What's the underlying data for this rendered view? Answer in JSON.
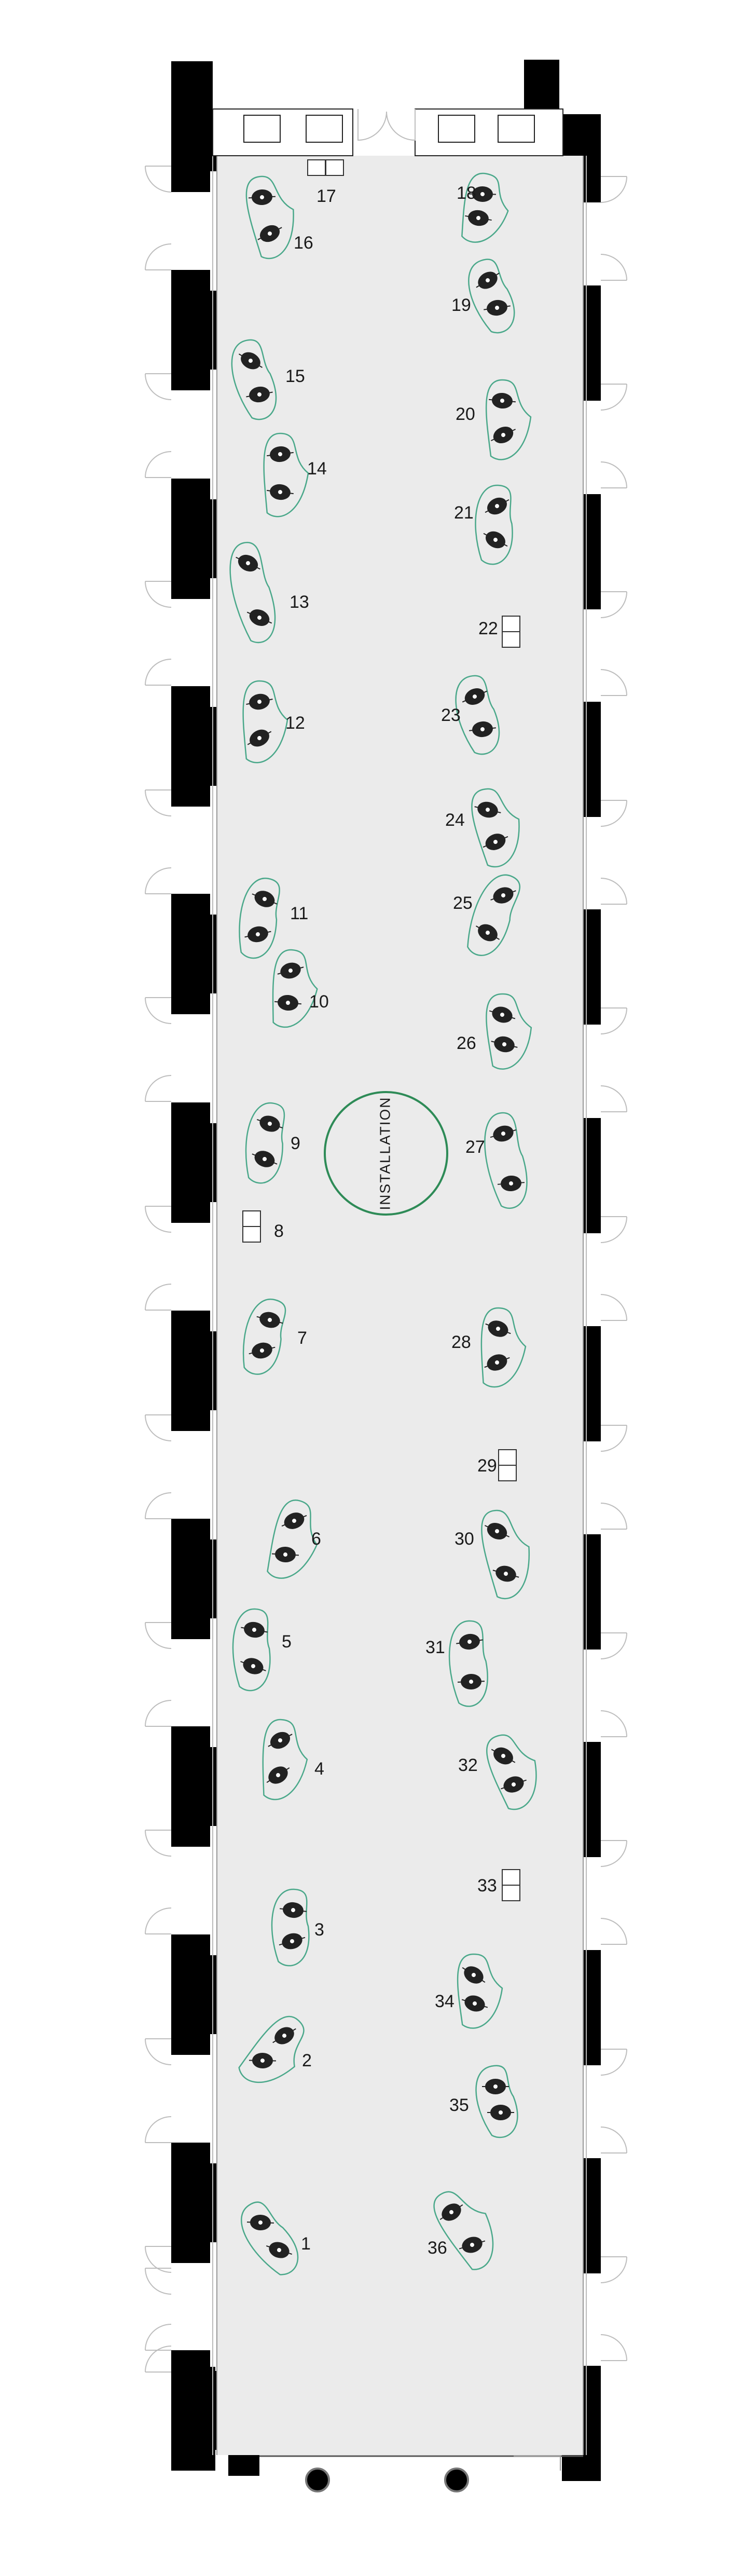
{
  "plan": {
    "installation_label": "INSTALLATION",
    "colors": {
      "floor": "#ebebeb",
      "wall": "#000000",
      "outline": "#4aa88a",
      "installation_ring": "#2e8b57",
      "figure": "#222222"
    },
    "stations": [
      {
        "id": "1",
        "label": "1"
      },
      {
        "id": "2",
        "label": "2"
      },
      {
        "id": "3",
        "label": "3"
      },
      {
        "id": "4",
        "label": "4"
      },
      {
        "id": "5",
        "label": "5"
      },
      {
        "id": "6",
        "label": "6"
      },
      {
        "id": "7",
        "label": "7"
      },
      {
        "id": "8",
        "label": "8"
      },
      {
        "id": "9",
        "label": "9"
      },
      {
        "id": "10",
        "label": "10"
      },
      {
        "id": "11",
        "label": "11"
      },
      {
        "id": "12",
        "label": "12"
      },
      {
        "id": "13",
        "label": "13"
      },
      {
        "id": "14",
        "label": "14"
      },
      {
        "id": "15",
        "label": "15"
      },
      {
        "id": "16",
        "label": "16"
      },
      {
        "id": "17",
        "label": "17"
      },
      {
        "id": "18",
        "label": "18"
      },
      {
        "id": "19",
        "label": "19"
      },
      {
        "id": "20",
        "label": "20"
      },
      {
        "id": "21",
        "label": "21"
      },
      {
        "id": "22",
        "label": "22"
      },
      {
        "id": "23",
        "label": "23"
      },
      {
        "id": "24",
        "label": "24"
      },
      {
        "id": "25",
        "label": "25"
      },
      {
        "id": "26",
        "label": "26"
      },
      {
        "id": "27",
        "label": "27"
      },
      {
        "id": "28",
        "label": "28"
      },
      {
        "id": "29",
        "label": "29"
      },
      {
        "id": "30",
        "label": "30"
      },
      {
        "id": "31",
        "label": "31"
      },
      {
        "id": "32",
        "label": "32"
      },
      {
        "id": "33",
        "label": "33"
      },
      {
        "id": "34",
        "label": "34"
      },
      {
        "id": "35",
        "label": "35"
      },
      {
        "id": "36",
        "label": "36"
      }
    ]
  }
}
